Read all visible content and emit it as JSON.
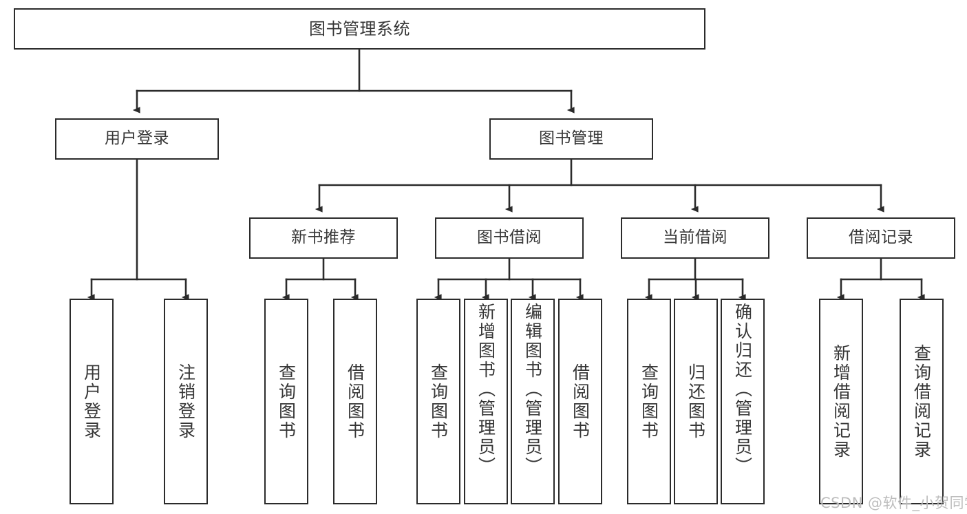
{
  "diagram": {
    "title": "图书管理系统",
    "type": "tree-hierarchy",
    "watermark": "CSDN @软件_小贺同学",
    "colors": {
      "box_border": "#2b2b2b",
      "box_fill": "#ffffff",
      "text": "#363636",
      "edge": "#2b2b2b",
      "watermark": "#bdbdbd",
      "background": "#ffffff"
    },
    "levels": {
      "root": {
        "label": "图书管理系统"
      },
      "level2": [
        {
          "label": "用户登录"
        },
        {
          "label": "图书管理"
        }
      ],
      "level3": [
        {
          "label": "新书推荐"
        },
        {
          "label": "图书借阅"
        },
        {
          "label": "当前借阅"
        },
        {
          "label": "借阅记录"
        }
      ],
      "leaves": {
        "user_login": [
          {
            "label": "用户登录"
          },
          {
            "label": "注销登录"
          }
        ],
        "new_book_rec": [
          {
            "label": "查询图书"
          },
          {
            "label": "借阅图书"
          }
        ],
        "book_borrow": [
          {
            "label": "查询图书"
          },
          {
            "label": "新增图书（管理员）"
          },
          {
            "label": "编辑图书（管理员）"
          },
          {
            "label": "借阅图书"
          }
        ],
        "current_borrow": [
          {
            "label": "查询图书"
          },
          {
            "label": "归还图书"
          },
          {
            "label": "确认归还（管理员）"
          }
        ],
        "borrow_record": [
          {
            "label": "新增借阅记录"
          },
          {
            "label": "查询借阅记录"
          }
        ]
      }
    }
  }
}
